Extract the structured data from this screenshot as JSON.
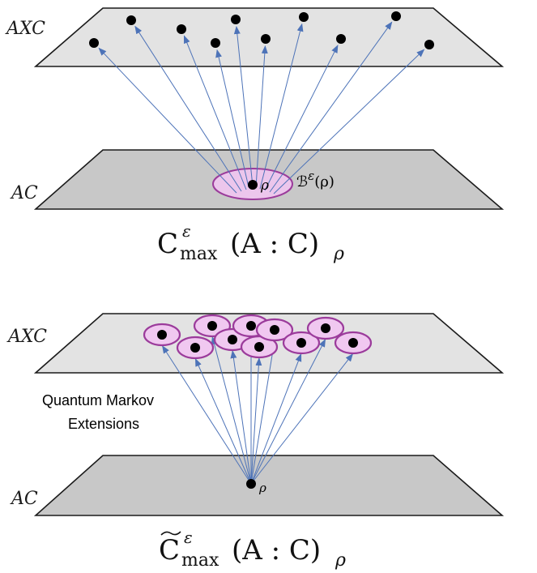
{
  "panel_top": {
    "upper_plane_label": "AXC",
    "lower_plane_label": "AC",
    "state_label": "ρ",
    "ball_label": "ℬ",
    "ball_label_sup": "ε",
    "ball_label_arg": "(ρ)",
    "formula": {
      "base": "C",
      "sup": "ε",
      "sub": "max",
      "args": "(A : C)",
      "subscript": "ρ"
    }
  },
  "panel_bottom": {
    "upper_plane_label": "AXC",
    "lower_plane_label": "AC",
    "state_label": "ρ",
    "annotation_line1": "Quantum Markov",
    "annotation_line2": "Extensions",
    "formula": {
      "base": "C",
      "sup": "ε",
      "sub": "max",
      "args": "(A : C)",
      "subscript": "ρ",
      "tilde": true
    }
  },
  "colors": {
    "upper_plane": "#e3e3e3",
    "lower_plane": "#c8c8c8",
    "arrows": "#4d73b8",
    "ball_fill": "#ecc6ec",
    "ball_stroke": "#9b3b9b"
  }
}
